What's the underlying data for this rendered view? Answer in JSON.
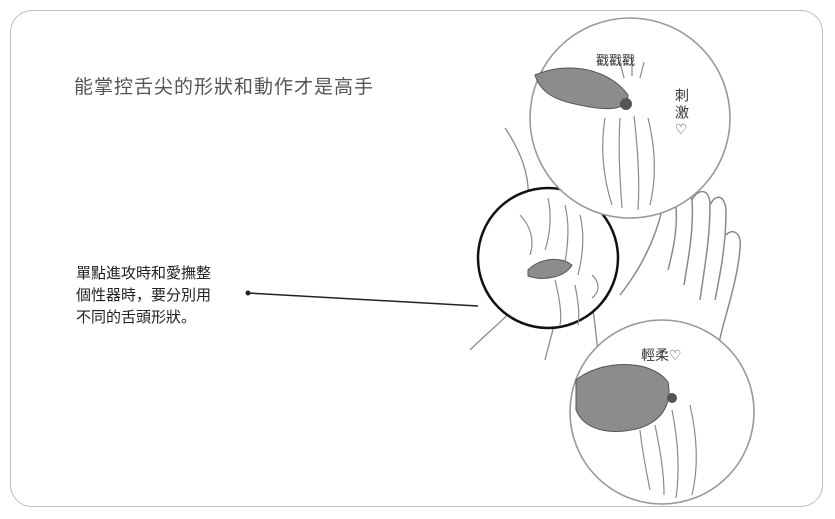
{
  "title": "能掌控舌尖的形狀和動作才是高手",
  "note": "單點進攻時和愛撫整\n個性器時，要分別用\n不同的舌頭形狀。",
  "labels": {
    "tap": "戳戳戳",
    "sting": "刺激♡",
    "soft": "輕柔♡"
  },
  "colors": {
    "tongue": "#8c8c8c",
    "line": "#7a7a7a",
    "frame": "#bdbdbd"
  }
}
